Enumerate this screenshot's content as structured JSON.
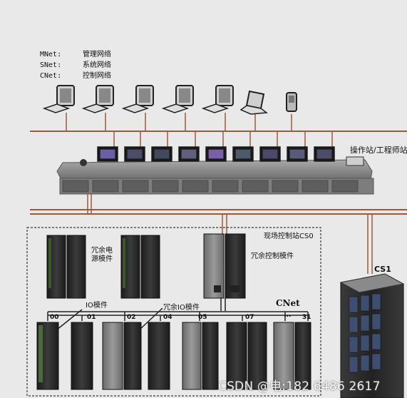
{
  "legend": [
    {
      "key": "MNet:",
      "value": "管理网络"
    },
    {
      "key": "SNet:",
      "value": "系统网络"
    },
    {
      "key": "CNet:",
      "value": "控制网络"
    }
  ],
  "labels": {
    "operator_station": "操作站/工程师站",
    "field_station": "现场控制站CS0",
    "redundant_power": [
      "冗余电",
      "源模件"
    ],
    "redundant_control": "冗余控制模件",
    "io_module": "IO模件",
    "redundant_io": "冗余IO模件",
    "cnet": "CNet",
    "cs1": "CS1",
    "slots": [
      "00",
      "01",
      "02",
      "04",
      "05",
      "07",
      "...",
      "31"
    ]
  },
  "watermark": "CSDN @电:182 6486 2617",
  "colors": {
    "network_line": "#9b5a3b",
    "cabinet": "#2b2b2b",
    "console": "#8c8c8c"
  }
}
